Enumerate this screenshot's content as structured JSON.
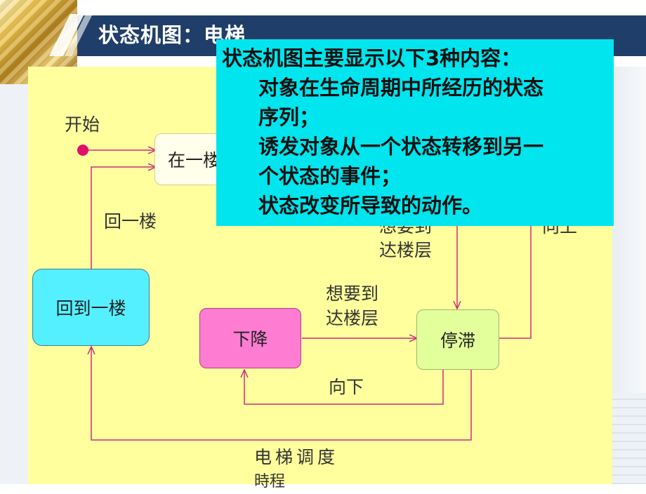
{
  "title": "状态机图：电梯",
  "colors": {
    "header_bg": "#1f3f6a",
    "diagram_bg": "#ffff9e",
    "arrow": "#cc2f7f",
    "start_dot": "#e0106a",
    "callout_bg": "#00e5ee",
    "state_first_floor": "#ffffeb",
    "state_return": "#55f0ff",
    "state_down": "#ff7cd3",
    "state_idle": "#e2ff9c"
  },
  "diagram": {
    "start_label": "开始",
    "states": {
      "on_first_floor": "在一楼",
      "return_to_first": "回到一楼",
      "moving_down": "下降",
      "idle": "停滞"
    },
    "transitions": {
      "return_first": "回一楼",
      "want_floor_top_1": "想要到",
      "want_floor_top_2": "达楼层",
      "want_floor_mid_1": "想要到",
      "want_floor_mid_2": "达楼层",
      "down": "向下",
      "up_partial": "向上",
      "dispatch": "电梯调度",
      "timeout_partial": "時程"
    }
  },
  "callout": {
    "heading": "状态机图主要显示以下3种内容：",
    "lines": [
      "对象在生命周期中所经历的状态",
      "序列；",
      "诱发对象从一个状态转移到另一",
      "个状态的事件；",
      "状态改变所导致的动作。"
    ]
  },
  "icons": {
    "start_node": "start-dot-icon",
    "header_image": "gold-bars-image"
  }
}
